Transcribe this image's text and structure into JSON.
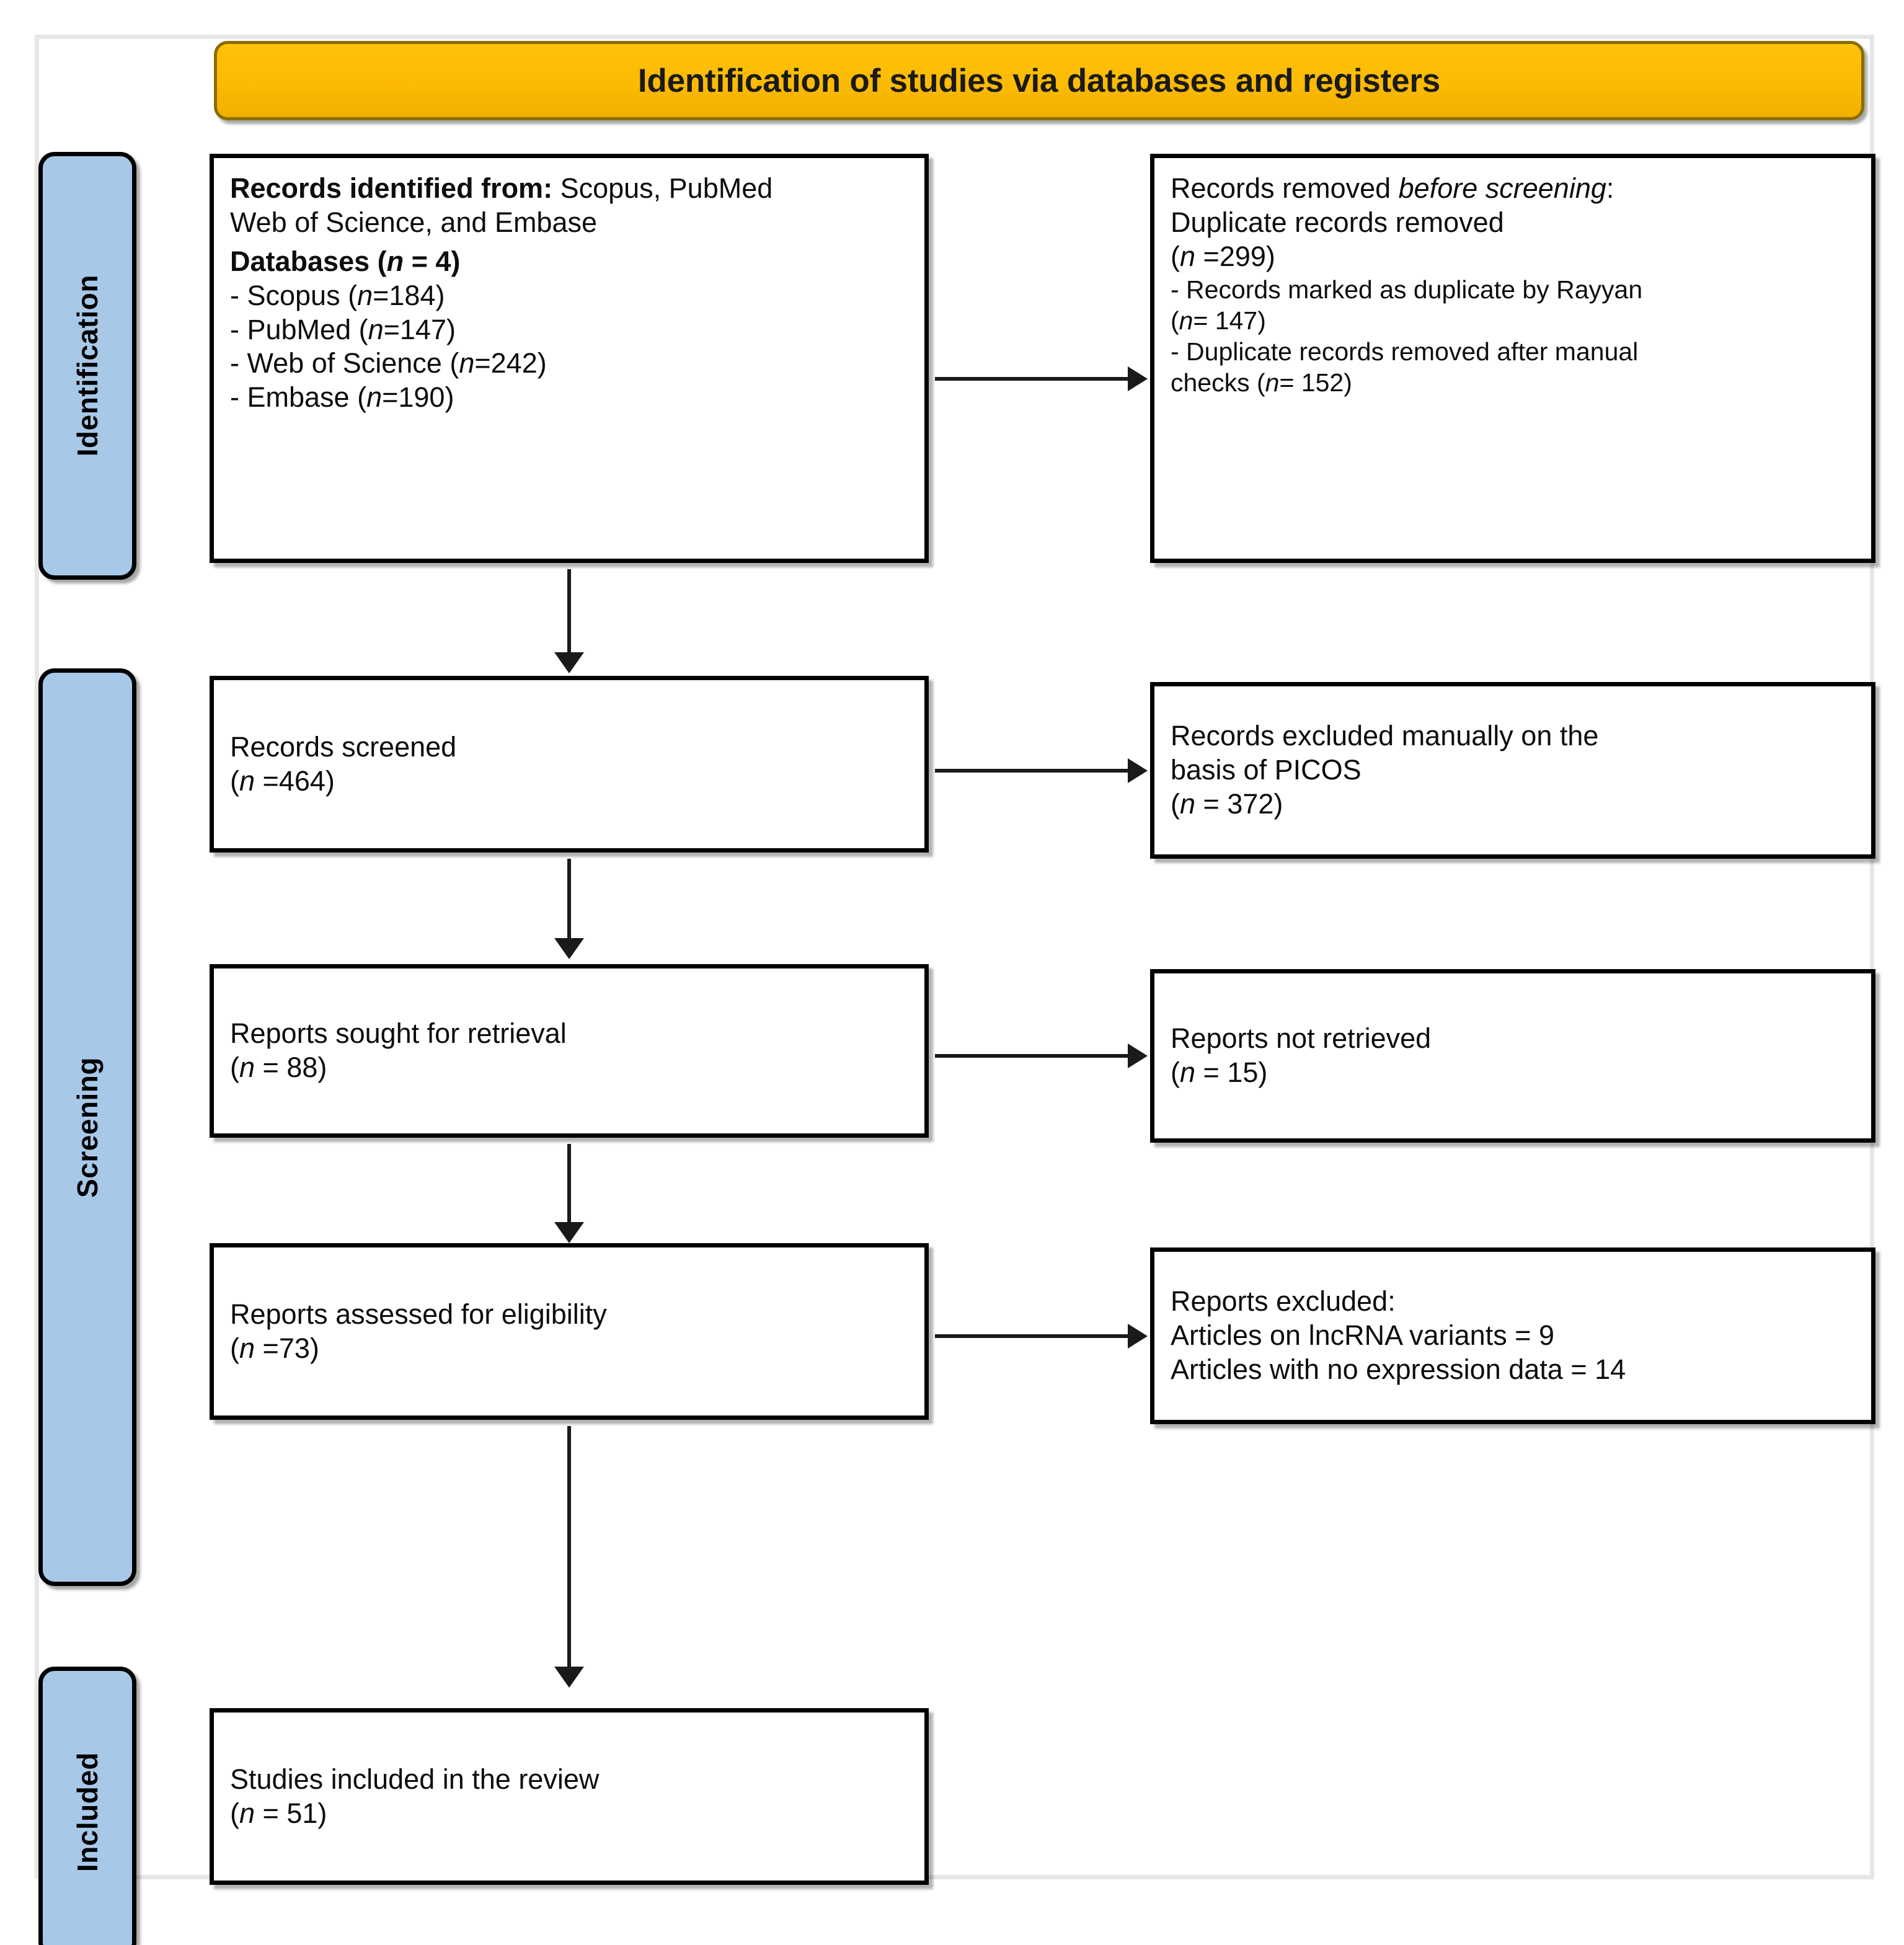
{
  "diagram": {
    "title": "Identification of studies via databases and registers",
    "colors": {
      "header_fill": "#fabb05",
      "header_border": "#8a6d00",
      "stage_fill": "#a8c8e8",
      "box_border": "#000000",
      "frame": "#e6e6e6"
    }
  },
  "stages": [
    {
      "label": "Identification"
    },
    {
      "label": "Screening"
    },
    {
      "label": "Included"
    }
  ],
  "boxes": {
    "identified": {
      "l1_strong": "Records identified from:",
      "l1_rest": " Scopus, PubMed",
      "l2": "Web of Science, and Embase",
      "l3_strong": "Databases (",
      "l3_n": "n",
      "l3_end": " = 4)",
      "items": [
        {
          "name": "- Scopus (",
          "n": "n",
          "val": "=184)"
        },
        {
          "name": "- PubMed  (",
          "n": "n",
          "val": "=147)"
        },
        {
          "name": "- Web of Science (",
          "n": "n",
          "val": "=242)"
        },
        {
          "name": "- Embase  (",
          "n": "n",
          "val": "=190)"
        }
      ]
    },
    "removed": {
      "l1_a": "Records removed ",
      "l1_em": "before screening",
      "l1_b": ":",
      "l2": "Duplicate records removed",
      "l3_a": "(",
      "l3_n": "n",
      "l3_b": " =299)",
      "l4": "- Records marked as duplicate by Rayyan",
      "l5_a": "(",
      "l5_n": "n",
      "l5_b": "= 147)",
      "l6": "- Duplicate  records removed  after manual",
      "l7_a": "checks (",
      "l7_n": "n",
      "l7_b": "= 152)"
    },
    "screened": {
      "l1": "Records screened",
      "l2_a": "(",
      "l2_n": "n",
      "l2_b": " =464)"
    },
    "excluded_picos": {
      "l1": "Records excluded manually on the",
      "l2": "basis of PICOS",
      "l3_a": " (",
      "l3_n": "n",
      "l3_b": " = 372)"
    },
    "sought": {
      "l1": "Reports sought for retrieval",
      "l2_a": "(",
      "l2_n": "n",
      "l2_b": " = 88)"
    },
    "not_retrieved": {
      "l1": "Reports not retrieved",
      "l2_a": "(",
      "l2_n": "n",
      "l2_b": " = 15)"
    },
    "assessed": {
      "l1": "Reports assessed for eligibility",
      "l2_a": "(",
      "l2_n": "n",
      "l2_b": " =73)"
    },
    "excluded_reports": {
      "l1": "Reports excluded:",
      "l2": "Articles on lncRNA variants = 9",
      "l3": "Articles with no expression data = 14"
    },
    "included": {
      "l1": "Studies included in the review",
      "l2_a": "(",
      "l2_n": "n",
      "l2_b": " = 51)"
    }
  }
}
